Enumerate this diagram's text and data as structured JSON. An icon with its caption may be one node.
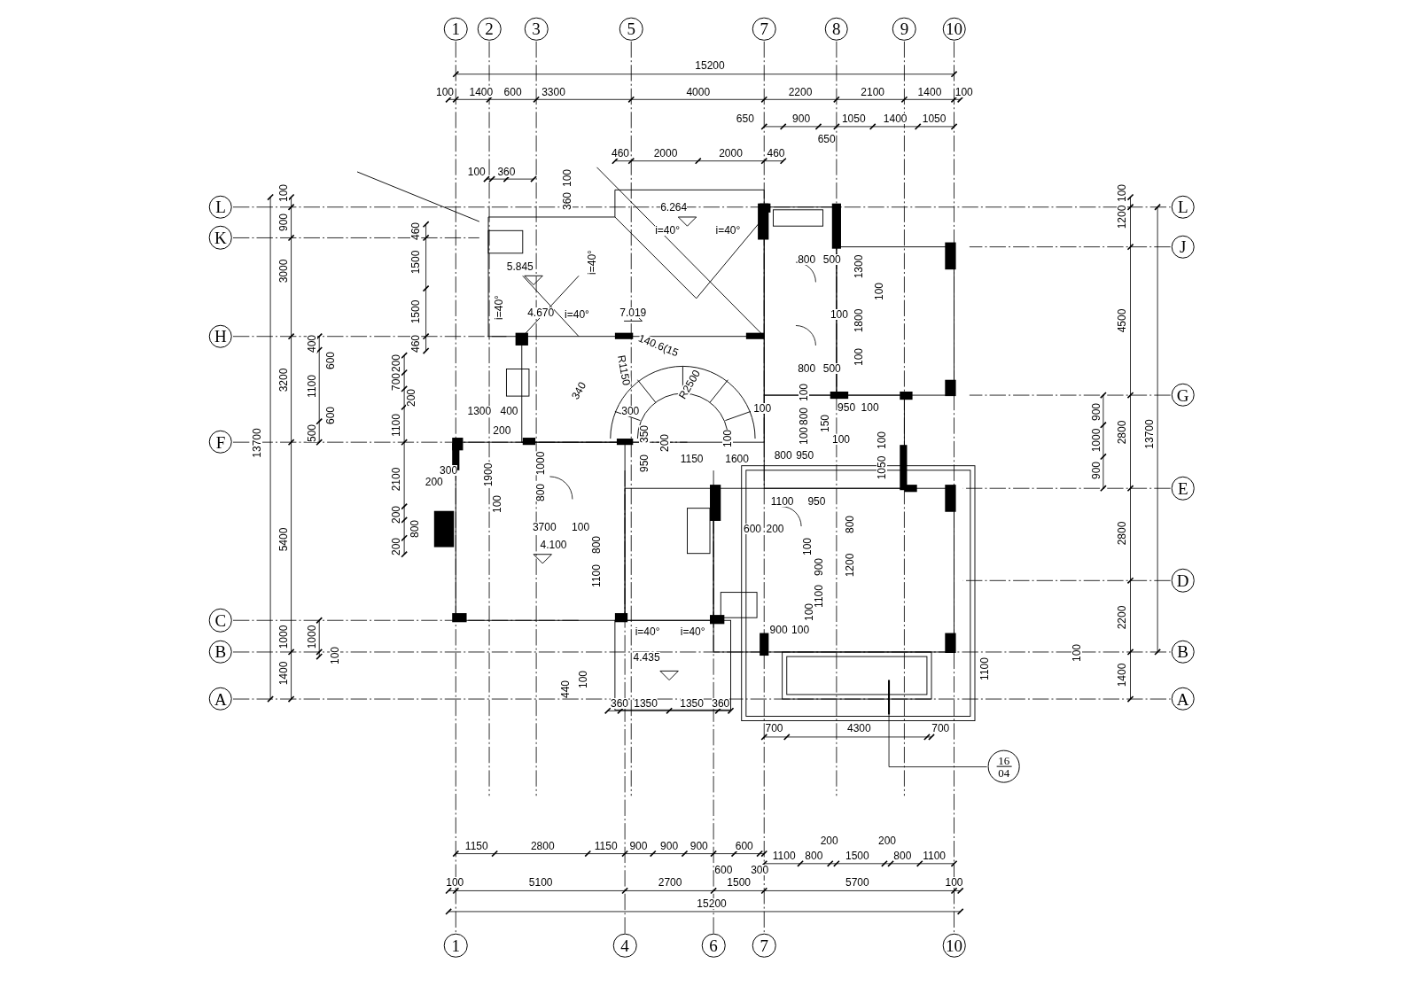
{
  "diagram": {
    "nodes": [
      {
        "text": [
          "1"
        ]
      },
      {
        "text": [
          "2"
        ]
      },
      {
        "text": [
          "3"
        ]
      },
      {
        "text": [
          "5"
        ]
      },
      {
        "text": [
          "7"
        ]
      },
      {
        "text": [
          "8"
        ]
      },
      {
        "text": [
          "9"
        ]
      },
      {
        "text": [
          "10"
        ]
      },
      {
        "text": [
          "L"
        ]
      },
      {
        "text": [
          "K"
        ]
      },
      {
        "text": [
          "H"
        ]
      },
      {
        "text": [
          "F"
        ]
      },
      {
        "text": [
          "C"
        ]
      },
      {
        "text": [
          "B"
        ]
      },
      {
        "text": [
          "A"
        ]
      },
      {
        "text": [
          "L"
        ]
      },
      {
        "text": [
          "J"
        ]
      },
      {
        "text": [
          "G"
        ]
      },
      {
        "text": [
          "E"
        ]
      },
      {
        "text": [
          "D"
        ]
      },
      {
        "text": [
          "B"
        ]
      },
      {
        "text": [
          "A"
        ]
      },
      {
        "text": [
          "1"
        ]
      },
      {
        "text": [
          "4"
        ]
      },
      {
        "text": [
          "6"
        ]
      },
      {
        "text": [
          "7"
        ]
      },
      {
        "text": [
          "10"
        ]
      },
      {
        "text": [
          "16",
          "04"
        ]
      }
    ],
    "edges": [
      {
        "from": 27,
        "to": null,
        "arrow": "none"
      },
      {
        "from": 0,
        "to": 22,
        "arrow": "none",
        "style": "dashed"
      },
      {
        "from": 4,
        "to": 25,
        "arrow": "none",
        "style": "dashed"
      },
      {
        "from": 7,
        "to": 26,
        "arrow": "none",
        "style": "dashed"
      },
      {
        "from": 8,
        "to": 15,
        "arrow": "none",
        "style": "dashed"
      },
      {
        "from": 13,
        "to": 20,
        "arrow": "none",
        "style": "dashed"
      },
      {
        "from": 14,
        "to": 21,
        "arrow": "none",
        "style": "dashed"
      },
      {
        "from": 1,
        "to": null,
        "arrow": "none",
        "style": "dashed"
      },
      {
        "from": 2,
        "to": null,
        "arrow": "none",
        "style": "dashed"
      },
      {
        "from": 3,
        "to": null,
        "arrow": "none",
        "style": "dashed"
      },
      {
        "from": 5,
        "to": null,
        "arrow": "none",
        "style": "dashed"
      },
      {
        "from": 6,
        "to": null,
        "arrow": "none",
        "style": "dashed"
      },
      {
        "from": 9,
        "to": null,
        "arrow": "none",
        "style": "dashed"
      },
      {
        "from": 10,
        "to": null,
        "arrow": "none",
        "style": "dashed"
      },
      {
        "from": 11,
        "to": null,
        "arrow": "none",
        "style": "dashed"
      },
      {
        "from": 12,
        "to": null,
        "arrow": "none",
        "style": "dashed"
      },
      {
        "from": 16,
        "to": null,
        "arrow": "none",
        "style": "dashed"
      },
      {
        "from": 17,
        "to": null,
        "arrow": "none",
        "style": "dashed"
      },
      {
        "from": 18,
        "to": null,
        "arrow": "none",
        "style": "dashed"
      },
      {
        "from": 19,
        "to": null,
        "arrow": "none",
        "style": "dashed"
      },
      {
        "from": 23,
        "to": null,
        "arrow": "none",
        "style": "dashed"
      },
      {
        "from": 24,
        "to": null,
        "arrow": "none",
        "style": "dashed"
      }
    ],
    "labels": [
      "15200",
      "100",
      "1400",
      "600",
      "3300",
      "4000",
      "2200",
      "2100",
      "1400",
      "100",
      "650",
      "900",
      "1050",
      "1400",
      "1050",
      "650",
      "460",
      "2000",
      "2000",
      "460",
      "100",
      "360",
      "100",
      "360",
      "6.264",
      "i=40°",
      "i=40°",
      "100",
      "900",
      "460",
      "1500",
      "i=40°",
      "5.845",
      "3000",
      "1500",
      "i=40°",
      "4.670",
      "i=40°",
      "7.019",
      "3200",
      "400",
      "1100",
      "600",
      "200",
      "700",
      "200",
      "460",
      "340",
      "R1150",
      "140.6(15",
      "R2500",
      "1300",
      "400",
      "300",
      "600",
      "1100",
      "200",
      "500",
      "350",
      "100",
      "13700",
      "200",
      "1150",
      "1600",
      "2100",
      "200",
      "300",
      "1900",
      "1000",
      "950",
      "800",
      "100",
      "200",
      "800",
      "3700",
      "100",
      "5400",
      "4.100",
      "200",
      "800",
      "1100",
      "800",
      "500",
      "1300",
      "100",
      "100",
      "1800",
      "100",
      "800",
      "500",
      "100",
      "100",
      "950",
      "100",
      "800",
      "150",
      "100",
      "100",
      "100",
      "800",
      "950",
      "1050",
      "100",
      "1200",
      "4500",
      "900",
      "1000",
      "2800",
      "13700",
      "900",
      "2800",
      "2200",
      "100",
      "1100",
      "1400",
      "1100",
      "950",
      "600",
      "200",
      "800",
      "100",
      "900",
      "1200",
      "1100",
      "100",
      "1000",
      "1000",
      "100",
      "i=40°",
      "i=40°",
      "900",
      "100",
      "4.435",
      "1400",
      "100",
      "440",
      "360",
      "1350",
      "1350",
      "360",
      "700",
      "4300",
      "700",
      "200",
      "200",
      "1150",
      "2800",
      "1150",
      "900",
      "900",
      "900",
      "600",
      "1100",
      "800",
      "1500",
      "800",
      "1100",
      "600",
      "300",
      "100",
      "5100",
      "2700",
      "1500",
      "5700",
      "100",
      "15200"
    ]
  }
}
